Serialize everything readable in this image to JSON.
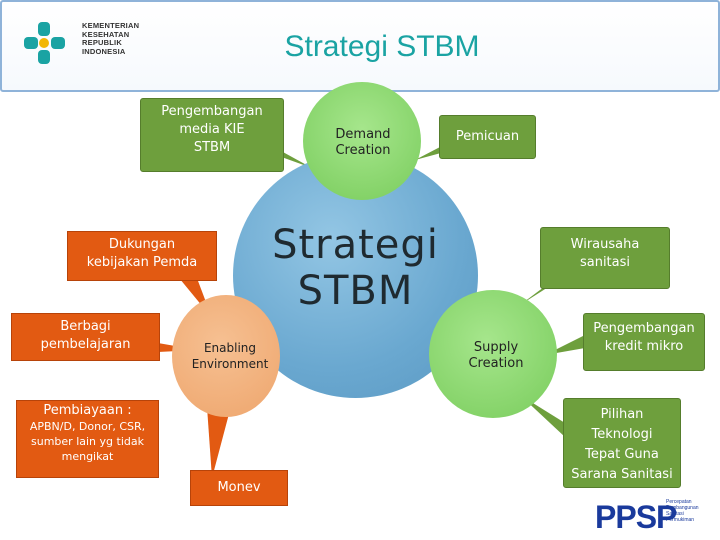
{
  "header": {
    "org_lines": [
      "KEMENTERIAN",
      "KESEHATAN",
      "REPUBLIK",
      "INDONESIA"
    ],
    "title": "Strategi STBM"
  },
  "circles": {
    "center": [
      "Strategi",
      "STBM"
    ],
    "demand": [
      "Demand",
      "Creation"
    ],
    "supply": [
      "Supply",
      "Creation"
    ],
    "enabling": [
      "Enabling",
      "Environment"
    ]
  },
  "callouts": {
    "media_kie": [
      "Pengembangan",
      "media KIE",
      "STBM"
    ],
    "pemicuan": [
      "Pemicuan"
    ],
    "dukungan": [
      "Dukungan",
      "kebijakan Pemda"
    ],
    "berbagi": [
      "Berbagi",
      "pembelajaran"
    ],
    "pembiayaan_title": "Pembiayaan :",
    "pembiayaan_body": [
      "APBN/D, Donor, CSR,",
      "sumber lain yg tidak",
      "mengikat"
    ],
    "monev": [
      "Monev"
    ],
    "wirausaha": [
      "Wirausaha",
      "sanitasi"
    ],
    "kredit": [
      "Pengembangan",
      "kredit mikro"
    ],
    "pilihan": [
      "Pilihan",
      "Teknologi",
      "Tepat Guna",
      "Sarana Sanitasi"
    ]
  },
  "footer_logo": {
    "text": "PPSP",
    "sub_lines": [
      "Percepatan",
      "Pembangunan",
      "Sanitasi",
      "Permukiman"
    ]
  },
  "colors": {
    "title": "#1aa3a3",
    "green_box": "#6e9f3d",
    "orange_box": "#e25a12",
    "center_circle": "#6aa8d0",
    "green_circle": "#79cc5c",
    "orange_circle": "#eea56c"
  }
}
